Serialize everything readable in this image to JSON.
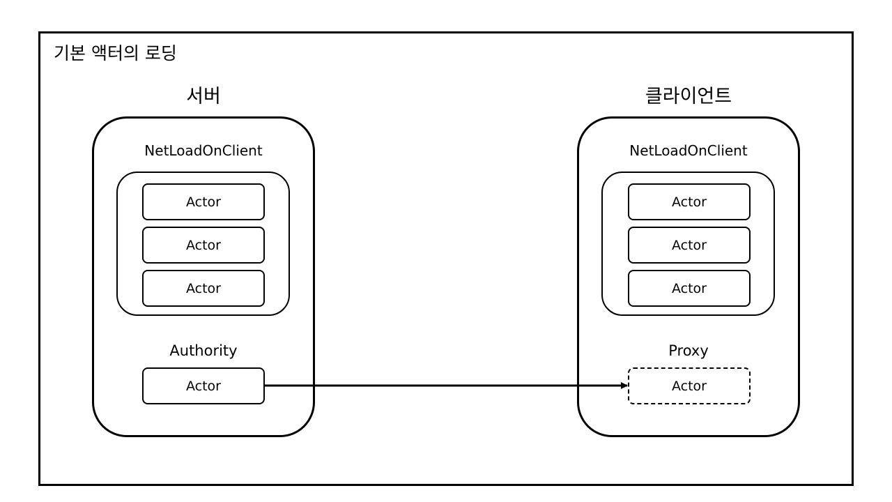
{
  "title": "기본 액터의 로딩",
  "server": {
    "label": "서버",
    "group_label": "NetLoadOnClient",
    "actors": [
      "Actor",
      "Actor",
      "Actor"
    ],
    "role_label": "Authority",
    "role_actor": "Actor"
  },
  "client": {
    "label": "클라이언트",
    "group_label": "NetLoadOnClient",
    "actors": [
      "Actor",
      "Actor",
      "Actor"
    ],
    "role_label": "Proxy",
    "role_actor": "Actor"
  },
  "colors": {
    "stroke": "#000000",
    "background": "#ffffff"
  }
}
